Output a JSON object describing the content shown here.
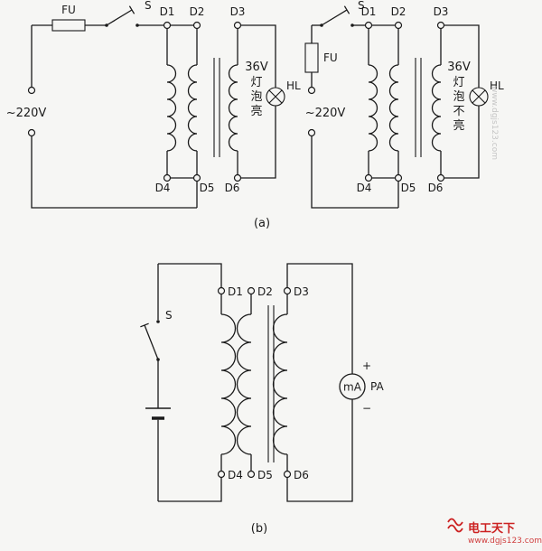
{
  "colors": {
    "wire": "#1a1a1a",
    "watermark_red": "#cc2222",
    "watermark_gray": "#c6c6c6",
    "background": "#f6f6f4"
  },
  "a_left": {
    "fuse": "FU",
    "switch": "S",
    "d_top": [
      "D1",
      "D2",
      "D3"
    ],
    "d_bottom": [
      "D4",
      "D5",
      "D6"
    ],
    "source": "~220V",
    "volt": "36V",
    "note": [
      "灯",
      "泡",
      "亮"
    ],
    "lamp": "HL"
  },
  "a_right": {
    "fuse": "FU",
    "switch": "S",
    "d_top": [
      "D1",
      "D2",
      "D3"
    ],
    "d_bottom": [
      "D4",
      "D5",
      "D6"
    ],
    "source": "~220V",
    "volt": "36V",
    "note": [
      "灯",
      "泡",
      "不",
      "亮"
    ],
    "lamp": "HL"
  },
  "caption_a": "(a)",
  "b": {
    "switch": "S",
    "d_top": [
      "D1",
      "D2",
      "D3"
    ],
    "d_bottom": [
      "D4",
      "D5",
      "D6"
    ],
    "meter_unit": "mA",
    "meter_name": "PA",
    "meter_plus": "+",
    "meter_minus": "−"
  },
  "caption_b": "(b)",
  "watermark": {
    "brand": "电工天下",
    "url": "www.dgjs123.com",
    "side": "www.dgjs123.com"
  }
}
